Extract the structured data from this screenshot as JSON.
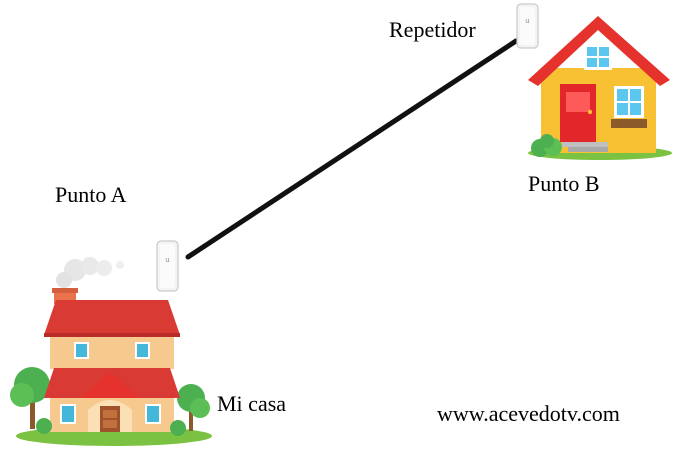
{
  "labels": {
    "repetidor": "Repetidor",
    "punto_a": "Punto A",
    "punto_b": "Punto B",
    "mi_casa": "Mi casa",
    "website": "www.acevedotv.com"
  },
  "icons": {
    "antenna_a": "wireless-antenna-icon",
    "antenna_b": "wireless-antenna-icon",
    "house_a": "two-story-house-icon",
    "house_b": "small-house-icon"
  },
  "colors": {
    "link": "#111111",
    "roof_red": "#e5322d",
    "wall_yellow": "#f7c133",
    "door_red": "#e2262a",
    "window_blue": "#5bc7ef",
    "wall_tan": "#f6c98f",
    "grass": "#7cc242",
    "bush": "#4caf50"
  }
}
